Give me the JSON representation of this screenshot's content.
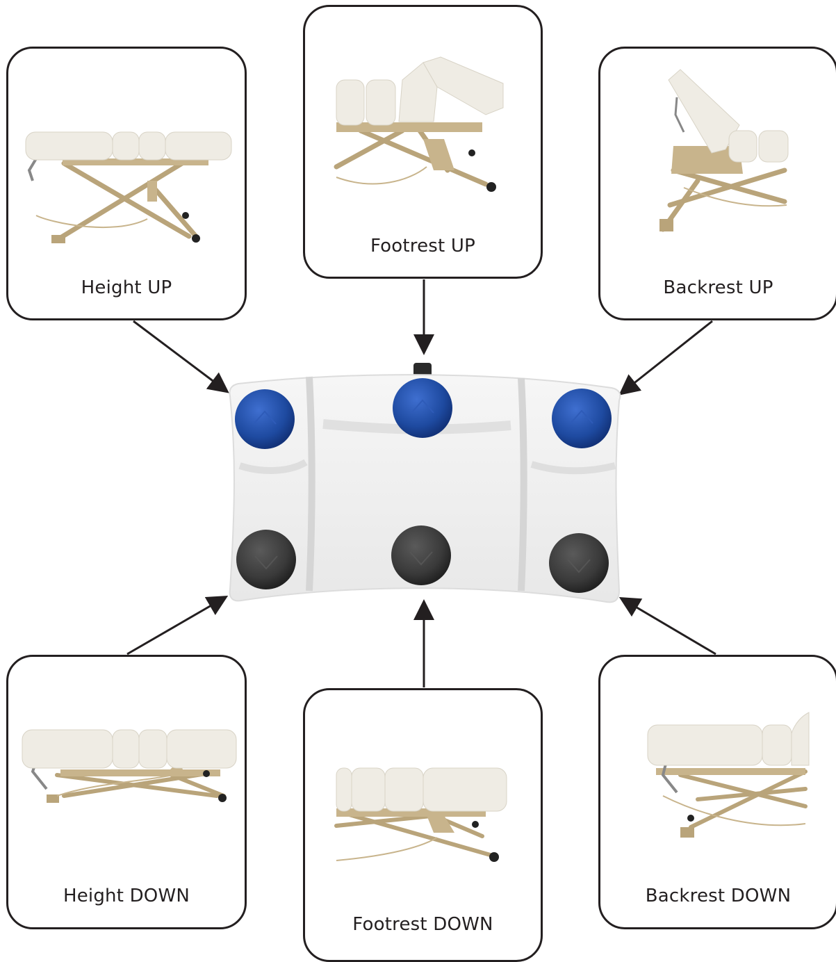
{
  "labels": {
    "height_up": "Height UP",
    "footrest_up": "Footrest UP",
    "backrest_up": "Backrest UP",
    "height_down": "Height DOWN",
    "footrest_down": "Footrest DOWN",
    "backrest_down": "Backrest DOWN"
  },
  "colors": {
    "outline": "#231f20",
    "up_button": "#1e4aa0",
    "down_button": "#3a3a3a",
    "cushion": "#efece4",
    "frame": "#c8b48c"
  },
  "icons": [
    "table-height-up",
    "table-footrest-up",
    "table-backrest-up",
    "table-height-down",
    "table-footrest-down",
    "table-backrest-down",
    "foot-pedal-controller"
  ]
}
